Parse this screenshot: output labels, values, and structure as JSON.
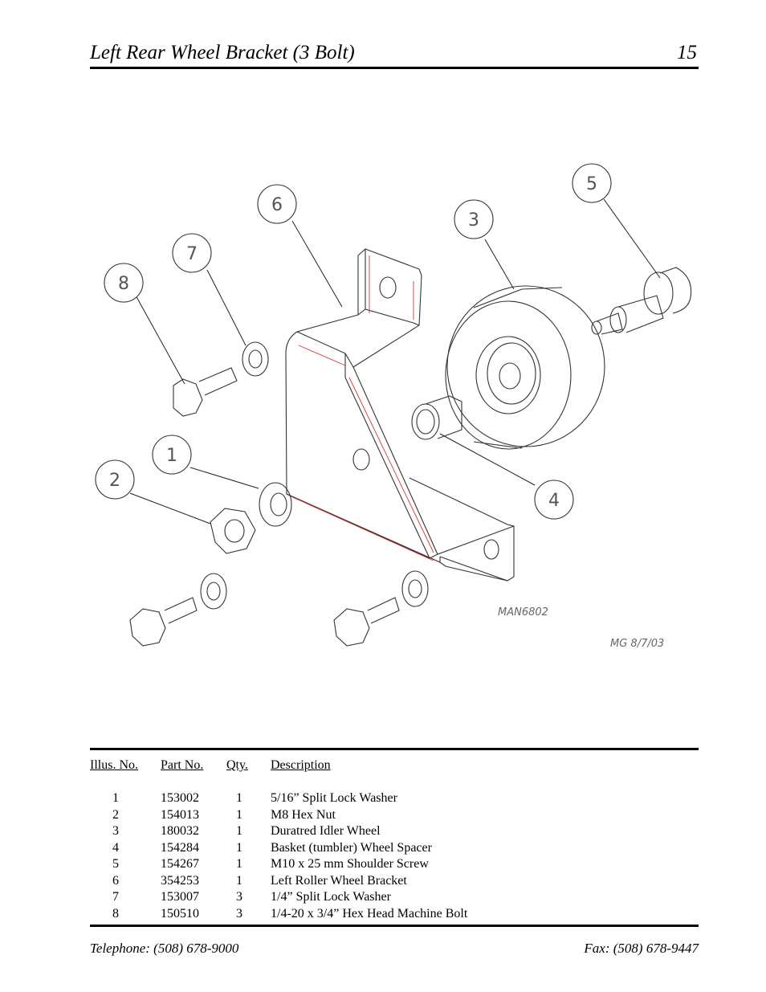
{
  "header": {
    "title": "Left Rear Wheel Bracket (3 Bolt)",
    "page_number": "15"
  },
  "drawing": {
    "callouts": [
      "1",
      "2",
      "3",
      "4",
      "5",
      "6",
      "7",
      "8"
    ],
    "drawing_id": "MAN6802",
    "signature": "MG  8/7/03"
  },
  "parts_table": {
    "headers": {
      "illus": "Illus. No.",
      "part": "Part  No.",
      "qty": "Qty.",
      "desc": "Description"
    },
    "rows": [
      {
        "illus": "1",
        "part": "153002",
        "qty": "1",
        "desc": "5/16” Split Lock Washer"
      },
      {
        "illus": "2",
        "part": "154013",
        "qty": "1",
        "desc": "M8 Hex Nut"
      },
      {
        "illus": "3",
        "part": "180032",
        "qty": "1",
        "desc": "Duratred Idler Wheel"
      },
      {
        "illus": "4",
        "part": "154284",
        "qty": "1",
        "desc": "Basket (tumbler) Wheel Spacer"
      },
      {
        "illus": "5",
        "part": "154267",
        "qty": "1",
        "desc": "M10 x 25 mm Shoulder Screw"
      },
      {
        "illus": "6",
        "part": "354253",
        "qty": "1",
        "desc": "Left Roller Wheel Bracket"
      },
      {
        "illus": "7",
        "part": "153007",
        "qty": "3",
        "desc": "1/4” Split Lock Washer"
      },
      {
        "illus": "8",
        "part": "150510",
        "qty": "3",
        "desc": "1/4-20 x 3/4” Hex Head Machine Bolt"
      }
    ]
  },
  "footer": {
    "telephone": "Telephone: (508) 678-9000",
    "fax": "Fax: (508) 678-9447"
  },
  "colors": {
    "ink": "#000000",
    "bend_line": "#e03030",
    "line": "#333333"
  }
}
